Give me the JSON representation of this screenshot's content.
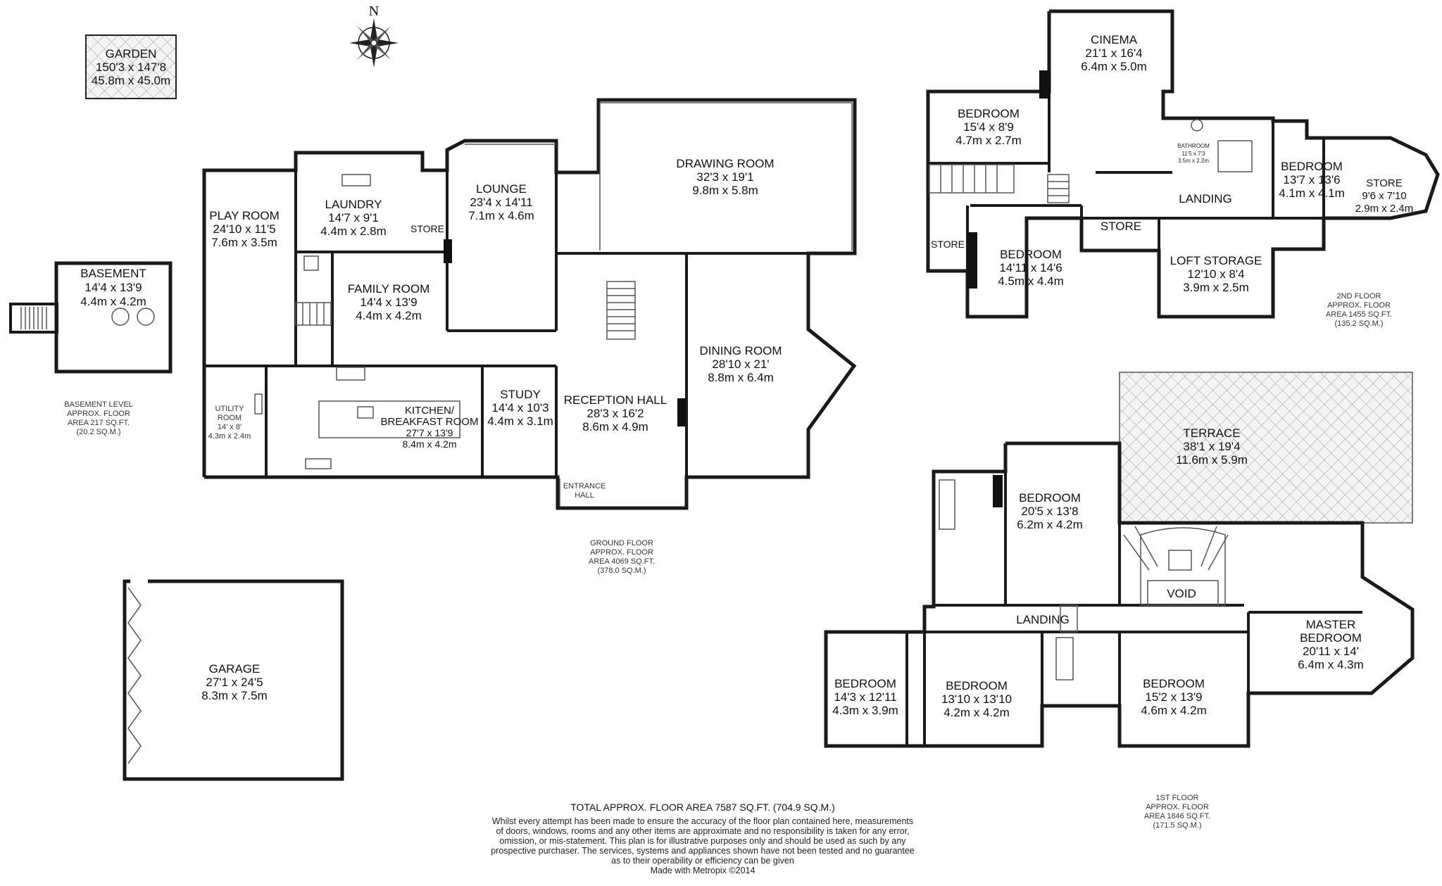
{
  "compass": {
    "north_label": "N"
  },
  "rooms": {
    "garden": {
      "name": "GARDEN",
      "imperial": "150'3 x 147'8",
      "metric": "45.8m x 45.0m"
    },
    "basement": {
      "name": "BASEMENT",
      "imperial": "14'4 x 13'9",
      "metric": "4.4m x 4.2m"
    },
    "play_room": {
      "name": "PLAY ROOM",
      "imperial": "24'10 x 11'5",
      "metric": "7.6m x 3.5m"
    },
    "laundry": {
      "name": "LAUNDRY",
      "imperial": "14'7 x 9'1",
      "metric": "4.4m x 2.8m"
    },
    "store_ground": {
      "name": "STORE"
    },
    "lounge": {
      "name": "LOUNGE",
      "imperial": "23'4 x 14'11",
      "metric": "7.1m x 4.6m"
    },
    "drawing_room": {
      "name": "DRAWING ROOM",
      "imperial": "32'3 x 19'1",
      "metric": "9.8m x 5.8m"
    },
    "family_room": {
      "name": "FAMILY ROOM",
      "imperial": "14'4 x 13'9",
      "metric": "4.4m x 4.2m"
    },
    "dining_room": {
      "name": "DINING ROOM",
      "imperial": "28'10 x 21'",
      "metric": "8.8m x 6.4m"
    },
    "utility_room": {
      "name1": "UTILITY",
      "name2": "ROOM",
      "imperial": "14' x 8'",
      "metric": "4.3m x 2.4m"
    },
    "kitchen": {
      "name1": "KITCHEN/",
      "name2": "BREAKFAST ROOM",
      "imperial": "27'7 x 13'9",
      "metric": "8.4m x 4.2m"
    },
    "study": {
      "name": "STUDY",
      "imperial": "14'4 x 10'3",
      "metric": "4.4m x 3.1m"
    },
    "reception_hall": {
      "name": "RECEPTION HALL",
      "imperial": "28'3 x 16'2",
      "metric": "8.6m x 4.9m"
    },
    "entrance_hall": {
      "name1": "ENTRANCE",
      "name2": "HALL"
    },
    "garage": {
      "name": "GARAGE",
      "imperial": "27'1 x 24'5",
      "metric": "8.3m x 7.5m"
    },
    "cinema": {
      "name": "CINEMA",
      "imperial": "21'1 x 16'4",
      "metric": "6.4m x 5.0m"
    },
    "bedroom_2a": {
      "name": "BEDROOM",
      "imperial": "15'4 x 8'9",
      "metric": "4.7m x 2.7m"
    },
    "bathroom_2f": {
      "name": "BATHROOM",
      "imperial": "11'5 x 7'3",
      "metric": "3.5m x 2.2m"
    },
    "bedroom_2b": {
      "name": "BEDROOM",
      "imperial": "13'7 x 13'6",
      "metric": "4.1m x 4.1m"
    },
    "store_2a": {
      "name": "STORE",
      "imperial": "9'6 x 7'10",
      "metric": "2.9m x 2.4m"
    },
    "landing_2f": {
      "name": "LANDING"
    },
    "store_2b": {
      "name": "STORE"
    },
    "store_2c": {
      "name": "STORE"
    },
    "bedroom_2c": {
      "name": "BEDROOM",
      "imperial": "14'11 x 14'6",
      "metric": "4.5m x 4.4m"
    },
    "loft_storage": {
      "name": "LOFT STORAGE",
      "imperial": "12'10 x 8'4",
      "metric": "3.9m x 2.5m"
    },
    "terrace": {
      "name": "TERRACE",
      "imperial": "38'1 x 19'4",
      "metric": "11.6m x 5.9m"
    },
    "bedroom_1a": {
      "name": "BEDROOM",
      "imperial": "20'5 x 13'8",
      "metric": "6.2m x 4.2m"
    },
    "void": {
      "name": "VOID"
    },
    "landing_1f": {
      "name": "LANDING"
    },
    "master_bedroom": {
      "name1": "MASTER",
      "name2": "BEDROOM",
      "imperial": "20'11 x 14'",
      "metric": "6.4m x 4.3m"
    },
    "bedroom_1b": {
      "name": "BEDROOM",
      "imperial": "14'3 x 12'11",
      "metric": "4.3m x 3.9m"
    },
    "bedroom_1c": {
      "name": "BEDROOM",
      "imperial": "13'10 x 13'10",
      "metric": "4.2m x 4.2m"
    },
    "bedroom_1d": {
      "name": "BEDROOM",
      "imperial": "15'2 x 13'9",
      "metric": "4.6m x 4.2m"
    }
  },
  "floor_notes": {
    "basement": [
      "BASEMENT LEVEL",
      "APPROX. FLOOR",
      "AREA 217 SQ.FT.",
      "(20.2 SQ.M.)"
    ],
    "ground": [
      "GROUND FLOOR",
      "APPROX. FLOOR",
      "AREA 4069 SQ.FT.",
      "(378.0 SQ.M.)"
    ],
    "second": [
      "2ND FLOOR",
      "APPROX. FLOOR",
      "AREA 1455 SQ.FT.",
      "(135.2 SQ.M.)"
    ],
    "first": [
      "1ST FLOOR",
      "APPROX. FLOOR",
      "AREA 1846 SQ.FT.",
      "(171.5 SQ.M.)"
    ]
  },
  "footer": {
    "total": "TOTAL APPROX. FLOOR AREA 7587 SQ.FT. (704.9 SQ.M.)",
    "disclaimer": [
      "Whilst every attempt has been made to ensure the accuracy of the floor plan contained here, measurements",
      "of doors, windows, rooms and any other items are approximate and no responsibility is taken for any error,",
      "omission, or mis-statement. This plan is for illustrative purposes only and should be used as such by any",
      "prospective purchaser. The services, systems and appliances shown have not been tested and no guarantee",
      "as to their operability or efficiency can be given"
    ],
    "credit": "Made with Metropix ©2014"
  }
}
